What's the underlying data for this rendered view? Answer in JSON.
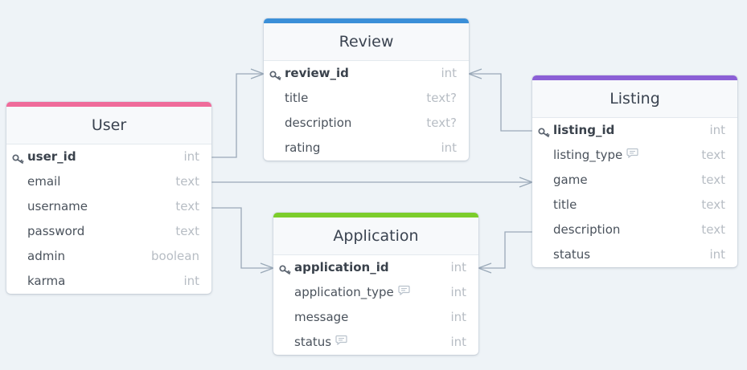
{
  "colors": {
    "background": "#eef3f7",
    "user": "#ef6b9a",
    "review": "#3b8fd8",
    "listing": "#8b5fd6",
    "application": "#7ccd2b",
    "edge": "#9aa9b8"
  },
  "tables": [
    {
      "id": "review",
      "name": "Review",
      "color": "#3b8fd8",
      "fields": [
        {
          "name": "review_id",
          "type": "int",
          "pk": true
        },
        {
          "name": "title",
          "type": "text?"
        },
        {
          "name": "description",
          "type": "text?"
        },
        {
          "name": "rating",
          "type": "int"
        }
      ]
    },
    {
      "id": "user",
      "name": "User",
      "color": "#ef6b9a",
      "fields": [
        {
          "name": "user_id",
          "type": "int",
          "pk": true
        },
        {
          "name": "email",
          "type": "text"
        },
        {
          "name": "username",
          "type": "text"
        },
        {
          "name": "password",
          "type": "text"
        },
        {
          "name": "admin",
          "type": "boolean"
        },
        {
          "name": "karma",
          "type": "int"
        }
      ]
    },
    {
      "id": "listing",
      "name": "Listing",
      "color": "#8b5fd6",
      "fields": [
        {
          "name": "listing_id",
          "type": "int",
          "pk": true
        },
        {
          "name": "listing_type",
          "type": "text",
          "note": true
        },
        {
          "name": "game",
          "type": "text"
        },
        {
          "name": "title",
          "type": "text"
        },
        {
          "name": "description",
          "type": "text"
        },
        {
          "name": "status",
          "type": "int"
        }
      ]
    },
    {
      "id": "application",
      "name": "Application",
      "color": "#7ccd2b",
      "fields": [
        {
          "name": "application_id",
          "type": "int",
          "pk": true
        },
        {
          "name": "application_type",
          "type": "int",
          "note": true
        },
        {
          "name": "message",
          "type": "int"
        },
        {
          "name": "status",
          "type": "int",
          "note": true
        }
      ]
    }
  ],
  "relationships": [
    {
      "from": "user.user_id",
      "to": "review.review_id",
      "cardinality": "one-to-many"
    },
    {
      "from": "listing.listing_id",
      "to": "review.review_id",
      "cardinality": "one-to-many"
    },
    {
      "from": "user.email",
      "to": "listing.game",
      "cardinality": "one-to-many"
    },
    {
      "from": "user.username",
      "to": "application.application_id",
      "cardinality": "one-to-many"
    },
    {
      "from": "listing.description",
      "to": "application.application_id",
      "cardinality": "one-to-many"
    }
  ]
}
